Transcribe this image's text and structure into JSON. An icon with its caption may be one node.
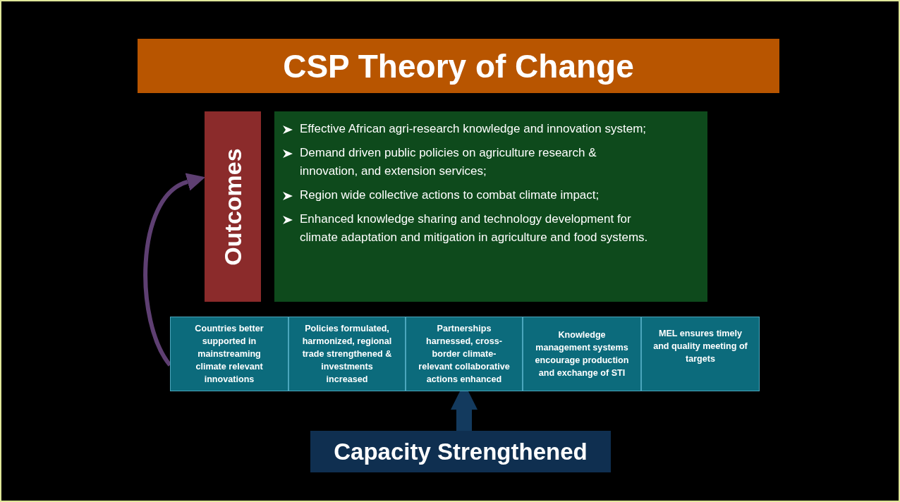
{
  "diagram": {
    "title": "CSP Theory of Change",
    "nodes": [
      {
        "text": [
          "Outcomes"
        ]
      },
      {
        "text": [
          "Effective African agri-research knowledge and innovation system;",
          "Demand driven public policies on agriculture research & innovation, and extension services;",
          "Region wide collective actions to combat climate impact;",
          "Enhanced knowledge sharing and technology development for climate adaptation and mitigation in agriculture and food systems."
        ]
      },
      {
        "text": [
          "Countries better supported in mainstreaming climate relevant innovations"
        ]
      },
      {
        "text": [
          "Policies formulated, harmonized, regional trade strengthened & investments increased"
        ]
      },
      {
        "text": [
          "Partnerships harnessed, cross-border climate-relevant collaborative actions enhanced"
        ]
      },
      {
        "text": [
          "Knowledge management systems encourage production and exchange of STI"
        ]
      },
      {
        "text": [
          "MEL ensures timely and quality meeting of targets"
        ]
      },
      {
        "text": [
          "Capacity Strengthened"
        ]
      }
    ],
    "edges": [
      {
        "from": 2,
        "to": 0,
        "arrow": "to",
        "color": "#5e3f72"
      },
      {
        "from": 7,
        "to": 4,
        "arrow": "to",
        "style": "thick",
        "color": "#133a5e"
      }
    ]
  }
}
